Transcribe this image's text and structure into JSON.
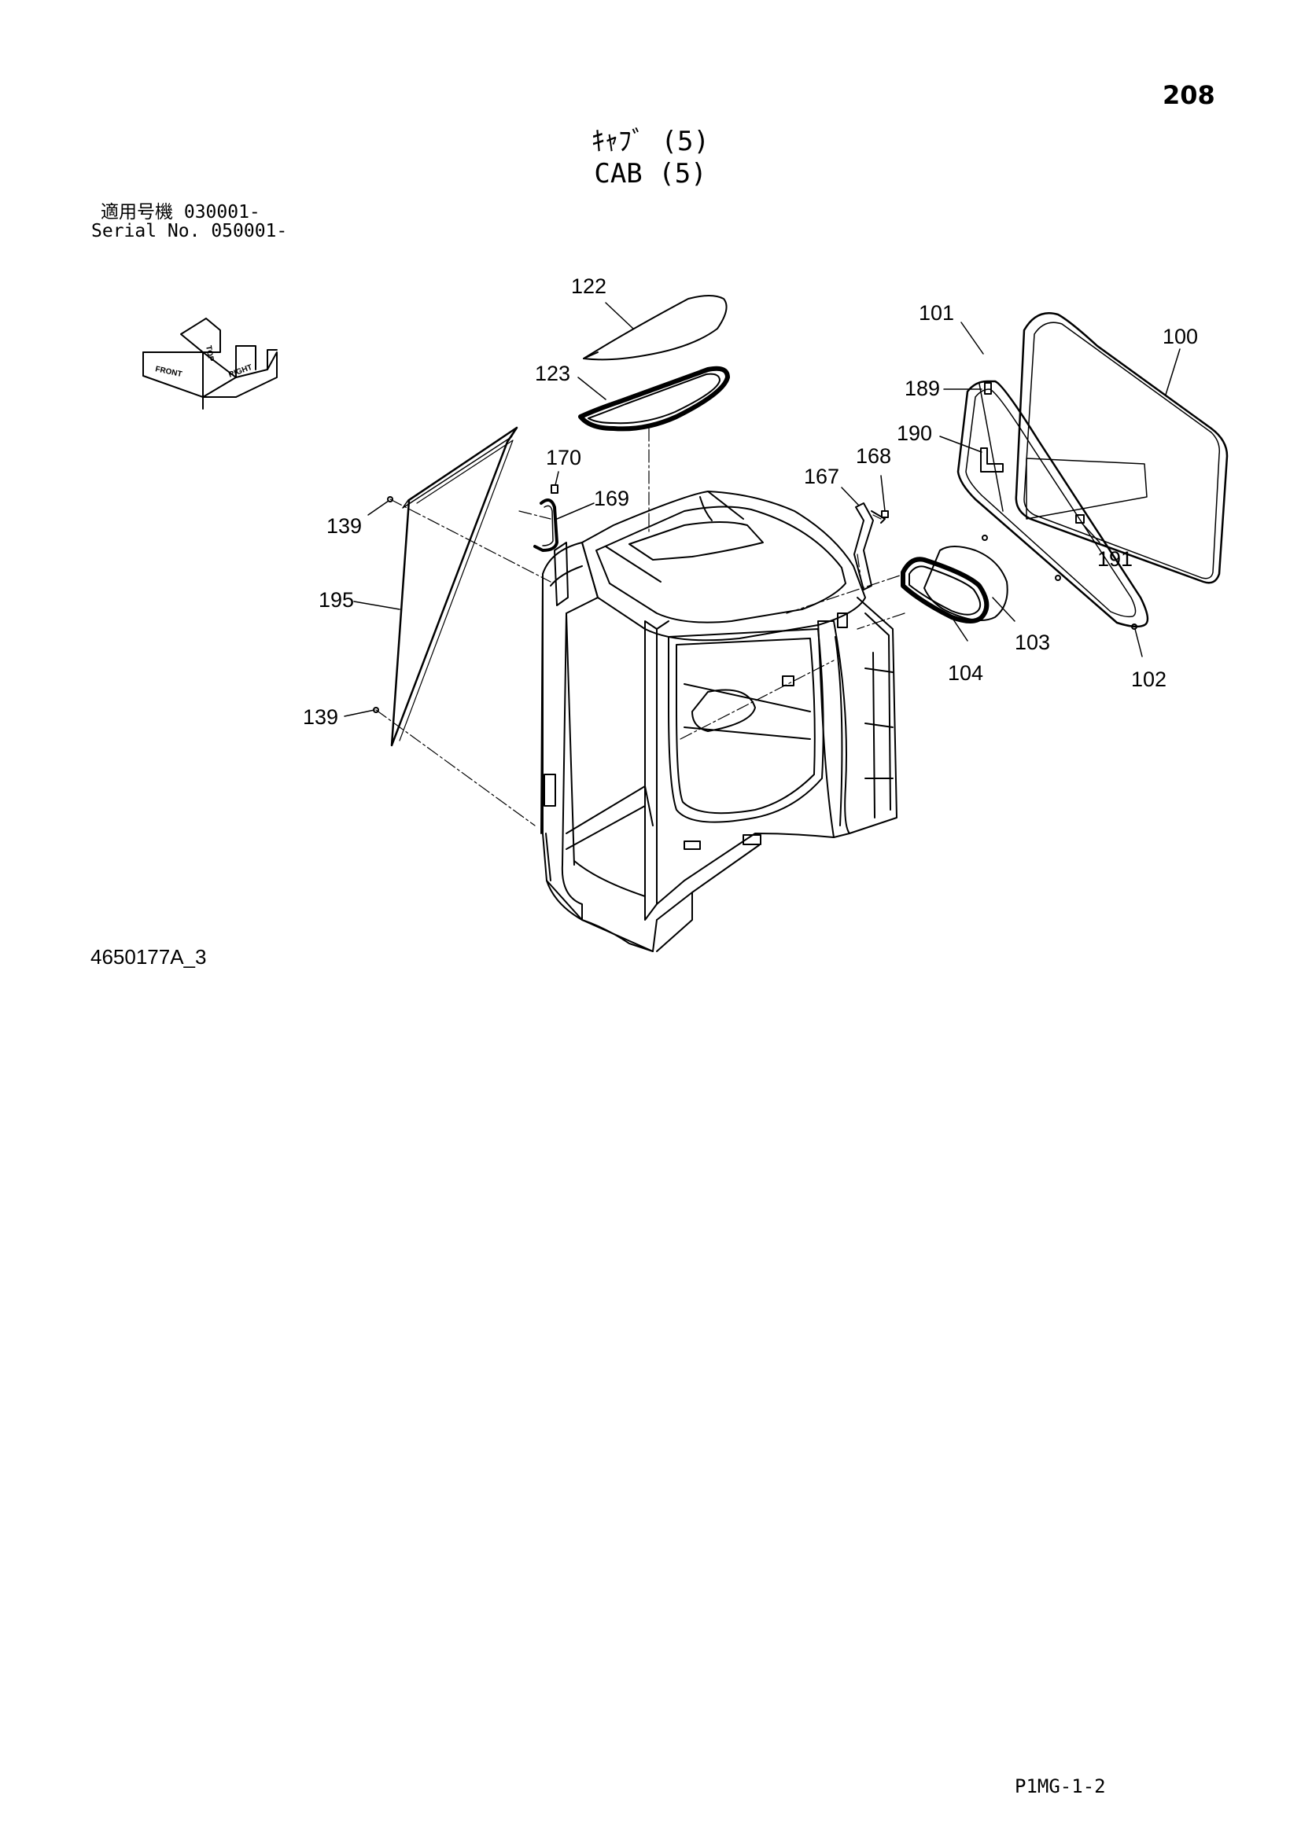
{
  "header": {
    "page_number": "208",
    "title_jp": "ｷｬﾌﾞ (5)",
    "title_en": "CAB (5)",
    "serial_jp": "適用号機 030001-",
    "serial_en": "Serial No. 050001-"
  },
  "orientation_indicator": {
    "labels": [
      "FRONT",
      "TOP",
      "RIGHT"
    ]
  },
  "callouts": [
    {
      "id": "c122",
      "number": "122"
    },
    {
      "id": "c123",
      "number": "123"
    },
    {
      "id": "c101",
      "number": "101"
    },
    {
      "id": "c100",
      "number": "100"
    },
    {
      "id": "c189",
      "number": "189"
    },
    {
      "id": "c190",
      "number": "190"
    },
    {
      "id": "c191",
      "number": "191"
    },
    {
      "id": "c170",
      "number": "170"
    },
    {
      "id": "c169",
      "number": "169"
    },
    {
      "id": "c167",
      "number": "167"
    },
    {
      "id": "c168",
      "number": "168"
    },
    {
      "id": "c139a",
      "number": "139"
    },
    {
      "id": "c195",
      "number": "195"
    },
    {
      "id": "c139b",
      "number": "139"
    },
    {
      "id": "c103",
      "number": "103"
    },
    {
      "id": "c104",
      "number": "104"
    },
    {
      "id": "c102",
      "number": "102"
    }
  ],
  "footer": {
    "drawing_id": "4650177A_3",
    "page_code": "P1MG-1-2"
  }
}
